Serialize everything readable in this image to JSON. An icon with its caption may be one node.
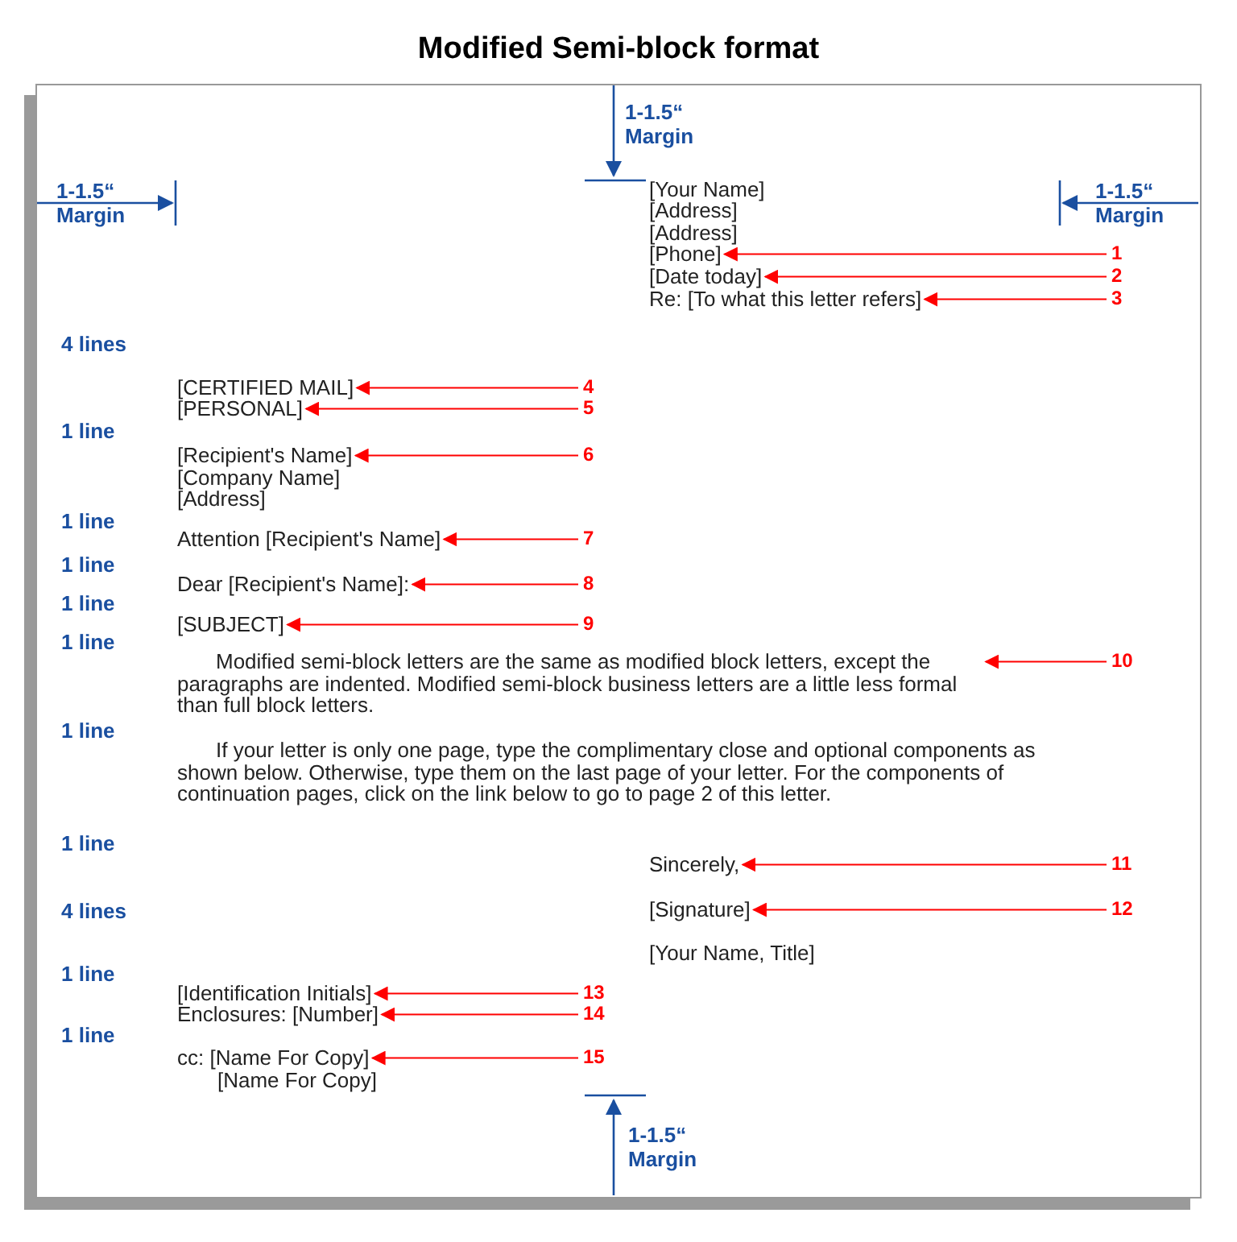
{
  "diagram": {
    "title": "Modified Semi-block format",
    "nodes": [
      {
        "text": [
          "[Phone]"
        ]
      },
      {
        "text": [
          "1"
        ]
      },
      {
        "text": [
          "[Date today]"
        ]
      },
      {
        "text": [
          "2"
        ]
      },
      {
        "text": [
          "Re: [To what this letter refers]"
        ]
      },
      {
        "text": [
          "3"
        ]
      },
      {
        "text": [
          "[CERTIFIED MAIL]"
        ]
      },
      {
        "text": [
          "4"
        ]
      },
      {
        "text": [
          "[PERSONAL]"
        ]
      },
      {
        "text": [
          "5"
        ]
      },
      {
        "text": [
          "[Recipient's Name]"
        ]
      },
      {
        "text": [
          "6"
        ]
      },
      {
        "text": [
          "Attention [Recipient's Name]"
        ]
      },
      {
        "text": [
          "7"
        ]
      },
      {
        "text": [
          "Dear [Recipient's Name]:"
        ]
      },
      {
        "text": [
          "8"
        ]
      },
      {
        "text": [
          "[SUBJECT]"
        ]
      },
      {
        "text": [
          "9"
        ]
      },
      {
        "text": [
          "Modified semi-block letters are the same as modified block letters, except the paragraphs are indented.  Modified semi-block business letters are a little less formal than full block letters."
        ]
      },
      {
        "text": [
          "10"
        ]
      },
      {
        "text": [
          "Sincerely,"
        ]
      },
      {
        "text": [
          "11"
        ]
      },
      {
        "text": [
          "[Signature]"
        ]
      },
      {
        "text": [
          "12"
        ]
      },
      {
        "text": [
          "[Identification Initials]"
        ]
      },
      {
        "text": [
          "13"
        ]
      },
      {
        "text": [
          "Enclosures: [Number]"
        ]
      },
      {
        "text": [
          "14"
        ]
      },
      {
        "text": [
          "cc: [Name For Copy]"
        ]
      },
      {
        "text": [
          "15"
        ]
      }
    ],
    "edges": [
      {
        "from": 1,
        "to": 0,
        "arrow": "to"
      },
      {
        "from": 3,
        "to": 2,
        "arrow": "to"
      },
      {
        "from": 5,
        "to": 4,
        "arrow": "to"
      },
      {
        "from": 7,
        "to": 6,
        "arrow": "to"
      },
      {
        "from": 9,
        "to": 8,
        "arrow": "to"
      },
      {
        "from": 11,
        "to": 10,
        "arrow": "to"
      },
      {
        "from": 13,
        "to": 12,
        "arrow": "to"
      },
      {
        "from": 15,
        "to": 14,
        "arrow": "to"
      },
      {
        "from": 17,
        "to": 16,
        "arrow": "to"
      },
      {
        "from": 19,
        "to": 18,
        "arrow": "to"
      },
      {
        "from": 21,
        "to": 20,
        "arrow": "to"
      },
      {
        "from": 23,
        "to": 22,
        "arrow": "to"
      },
      {
        "from": 25,
        "to": 24,
        "arrow": "to"
      },
      {
        "from": 27,
        "to": 26,
        "arrow": "to"
      },
      {
        "from": 29,
        "to": 28,
        "arrow": "to"
      }
    ],
    "labels": [
      "1-1.5“ Margin",
      "1-1.5“ Margin",
      "1-1.5“ Margin",
      "[Your Name]",
      "[Address]",
      "[Address]",
      "4 lines",
      "1 line",
      "[Company Name]",
      "[Address]",
      "1 line",
      "1 line",
      "1 line",
      "1 line",
      "1 line",
      "If your letter is only one page, type the complimentary close and optional components as shown below.  Otherwise, type them on the last page of your letter.  For the components of continuation pages, click on the link below to go to page 2 of this letter.",
      "1 line",
      "4 lines",
      "[Your Name, Title]",
      "1 line",
      "1 line",
      "[Name For Copy]",
      "1-1.5“ Margin"
    ]
  }
}
